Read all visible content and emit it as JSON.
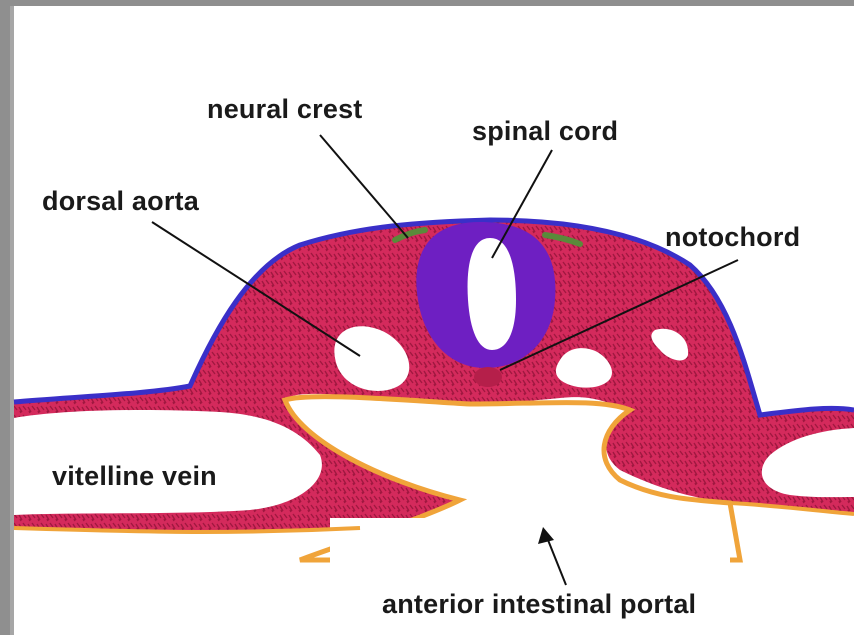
{
  "diagram": {
    "labels": {
      "neural_crest": "neural crest",
      "spinal_cord": "spinal cord",
      "dorsal_aorta": "dorsal aorta",
      "notochord": "notochord",
      "vitelline_vein": "vitelline vein",
      "anterior_intestinal_portal": "anterior intestinal portal"
    },
    "colors": {
      "background": "#ffffff",
      "frame": "#8f8f8f",
      "tissue": "#d42a5c",
      "tissue_dark": "#b51f4a",
      "neural_tube": "#6e1fc2",
      "ectoderm": "#3a2fc8",
      "endoderm": "#f0a43a",
      "neural_crest": "#5a8a3a",
      "text": "#1a1a1a"
    }
  }
}
